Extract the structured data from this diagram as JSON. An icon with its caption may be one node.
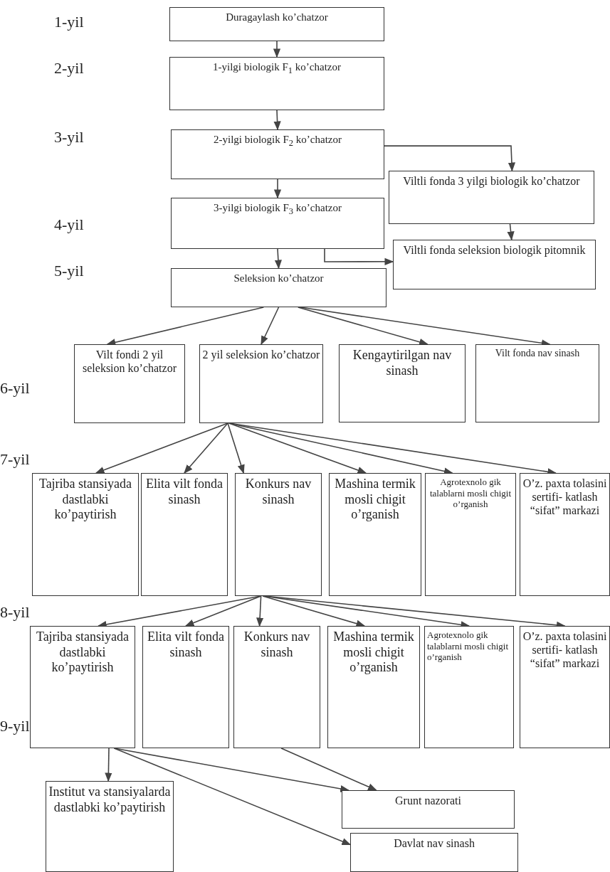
{
  "diagram": {
    "nodes": [
      {
        "text": [
          "Duragaylash ko’chatzor"
        ]
      },
      {
        "text": [
          "1-yilgi biologik F$_{1}$ ko’chatzor"
        ]
      },
      {
        "text": [
          "2-yilgi  biologik F$_{2}$ ko’chatzor"
        ]
      },
      {
        "text": [
          "Viltli fonda 3 yilgi biologik ko’chatzor"
        ]
      },
      {
        "text": [
          "3-yilgi biologik F$_{3}$ ko’chatzor"
        ]
      },
      {
        "text": [
          "Viltli fonda seleksion biologik pitomnik"
        ]
      },
      {
        "text": [
          "Seleksion ko’chatzor"
        ]
      },
      {
        "text": [
          "Vilt fondi 2 yil seleksion ko’chatzor"
        ]
      },
      {
        "text": [
          "2 yil seleksion ko’chatzor"
        ]
      },
      {
        "text": [
          "Kengaytirilgan nav sinash"
        ]
      },
      {
        "text": [
          "Vilt fonda nav sinash"
        ]
      },
      {
        "text": [
          "Tajriba stansiyada dastlabki ko’paytirish"
        ]
      },
      {
        "text": [
          "Elita vilt fonda sinash"
        ]
      },
      {
        "text": [
          "Konkurs nav sinash"
        ]
      },
      {
        "text": [
          "Mashina termik mosli chigit o’rganish"
        ]
      },
      {
        "text": [
          "Agrotexnolo gik talablarni mosli chigit o’rganish"
        ]
      },
      {
        "text": [
          "O’z. paxta tolasini sertifi- katlash “sifat” markazi"
        ]
      },
      {
        "text": [
          "Tajriba stansiyada dastlabki ko’paytirish"
        ]
      },
      {
        "text": [
          "Elita vilt fonda sinash"
        ]
      },
      {
        "text": [
          "Konkurs nav sinash"
        ]
      },
      {
        "text": [
          "Mashina termik mosli chigit o’rganish"
        ]
      },
      {
        "text": [
          "Agrotexnolo gik talablarni mosli chigit o’rganish"
        ]
      },
      {
        "text": [
          "O’z. paxta tolasini sertifi- katlash “sifat” markazi"
        ]
      },
      {
        "text": [
          "Institut va stansiyalarda dastlabki ko’paytirish"
        ]
      },
      {
        "text": [
          "Grunt nazorati"
        ]
      },
      {
        "text": [
          "Davlat nav sinash"
        ]
      }
    ],
    "edges": [
      {
        "from": 0,
        "to": 1,
        "arrow": "to"
      },
      {
        "from": 1,
        "to": 2,
        "arrow": "to"
      },
      {
        "from": 2,
        "to": 4,
        "arrow": "to"
      },
      {
        "from": 2,
        "to": 3,
        "arrow": "to"
      },
      {
        "from": 3,
        "to": 5,
        "arrow": "to"
      },
      {
        "from": 4,
        "to": 6,
        "arrow": "to"
      },
      {
        "from": 4,
        "to": 5,
        "arrow": "to"
      },
      {
        "from": 6,
        "to": 7,
        "arrow": "to"
      },
      {
        "from": 6,
        "to": 8,
        "arrow": "to"
      },
      {
        "from": 6,
        "to": 9,
        "arrow": "to"
      },
      {
        "from": 6,
        "to": 10,
        "arrow": "to"
      },
      {
        "from": 8,
        "to": 11,
        "arrow": "to"
      },
      {
        "from": 8,
        "to": 12,
        "arrow": "to"
      },
      {
        "from": 8,
        "to": 13,
        "arrow": "to"
      },
      {
        "from": 8,
        "to": 14,
        "arrow": "to"
      },
      {
        "from": 8,
        "to": 15,
        "arrow": "to"
      },
      {
        "from": 8,
        "to": 16,
        "arrow": "to"
      },
      {
        "from": 13,
        "to": 17,
        "arrow": "to"
      },
      {
        "from": 13,
        "to": 18,
        "arrow": "to"
      },
      {
        "from": 13,
        "to": 19,
        "arrow": "to"
      },
      {
        "from": 13,
        "to": 20,
        "arrow": "to"
      },
      {
        "from": 13,
        "to": 21,
        "arrow": "to"
      },
      {
        "from": 13,
        "to": 22,
        "arrow": "to"
      },
      {
        "from": 17,
        "to": 23,
        "arrow": "to"
      },
      {
        "from": 17,
        "to": 24,
        "arrow": "to"
      },
      {
        "from": 17,
        "to": 25,
        "arrow": "to"
      },
      {
        "from": 19,
        "to": 24,
        "arrow": "to"
      }
    ],
    "labels": [
      "1-yil",
      "2-yil",
      "3-yil",
      "4-yil",
      "5-yil",
      "6-yil",
      "7-yil",
      "8-yil",
      "9-yil"
    ]
  }
}
